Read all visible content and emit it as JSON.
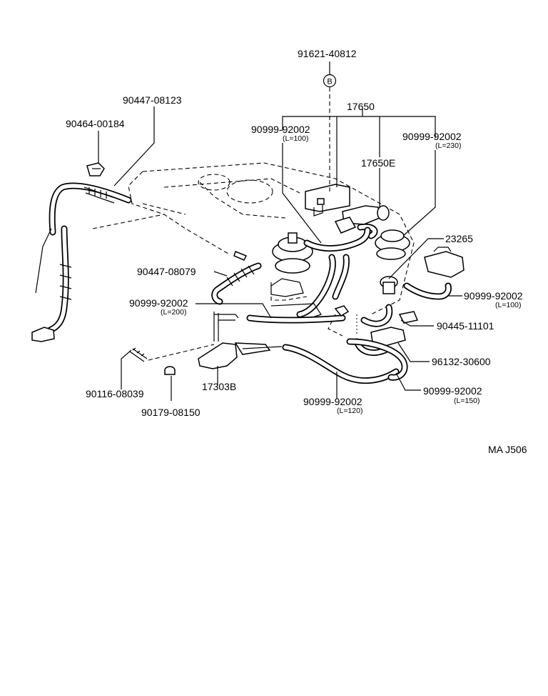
{
  "labels": {
    "p91621": "91621-40812",
    "circle_b": "B",
    "p17650": "17650",
    "p90447_08123": "90447-08123",
    "p90464": "90464-00184",
    "p90999_a": "90999-92002",
    "p90999_a_len": "(L=100)",
    "p90999_b": "90999-92002",
    "p90999_b_len": "(L=230)",
    "p17650E": "17650E",
    "p23265": "23265",
    "p90447_08079": "90447-08079",
    "p90999_c": "90999-92002",
    "p90999_c_len": "(L=100)",
    "p90999_d": "90999-92002",
    "p90999_d_len": "(L=200)",
    "p90445": "90445-11101",
    "p96132": "96132-30600",
    "p90116": "90116-08039",
    "p17303B": "17303B",
    "p90999_e": "90999-92002",
    "p90999_e_len": "(L=150)",
    "p90999_f": "90999-92002",
    "p90999_f_len": "(L=120)",
    "p90179": "90179-08150",
    "footer_code": "MA  J506"
  }
}
